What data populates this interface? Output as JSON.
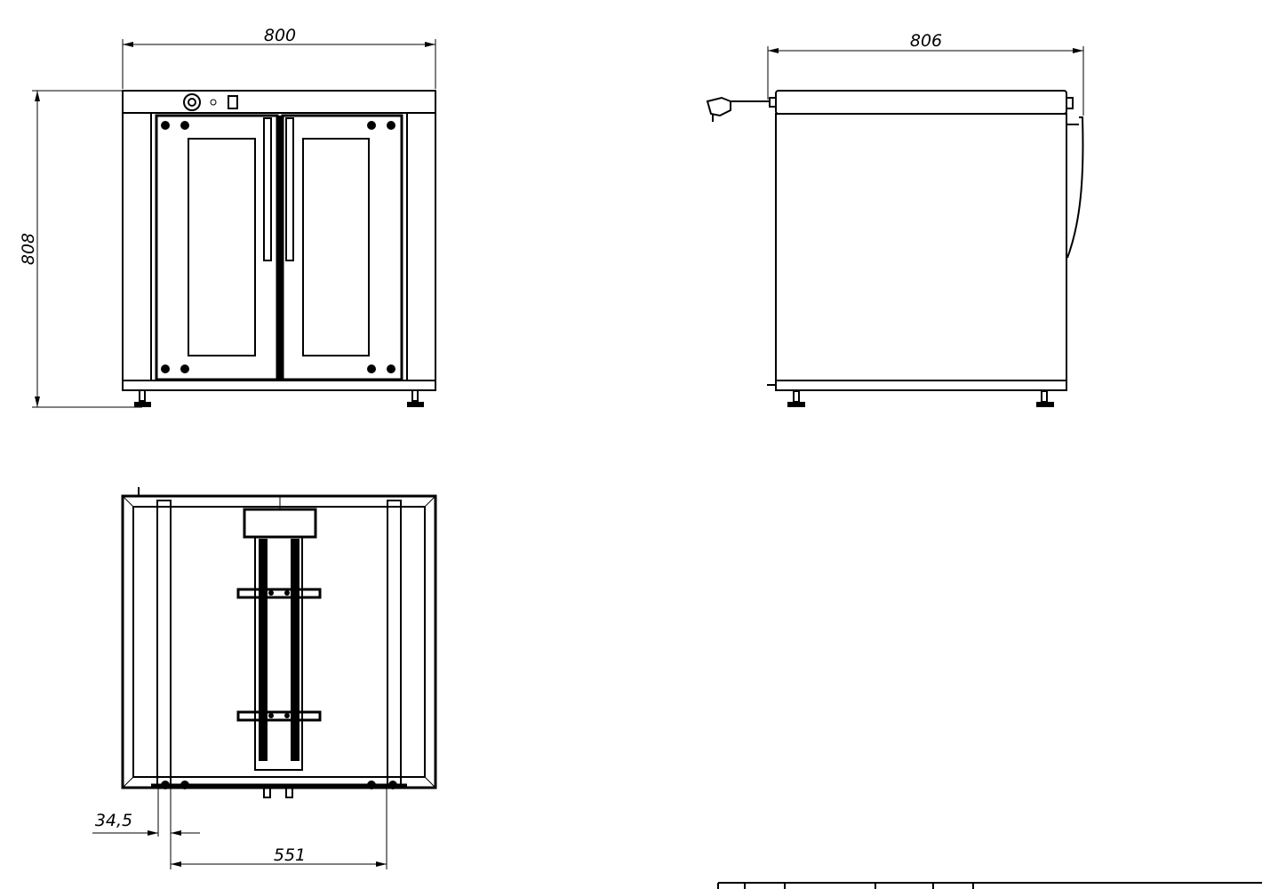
{
  "drawing": {
    "views": {
      "front": {
        "width_dim": "800",
        "height_dim": "808"
      },
      "side": {
        "depth_dim": "806"
      },
      "top": {
        "offset_dim": "34,5",
        "rail_span_dim": "551"
      }
    },
    "line_color": "#000000",
    "background": "#ffffff"
  }
}
